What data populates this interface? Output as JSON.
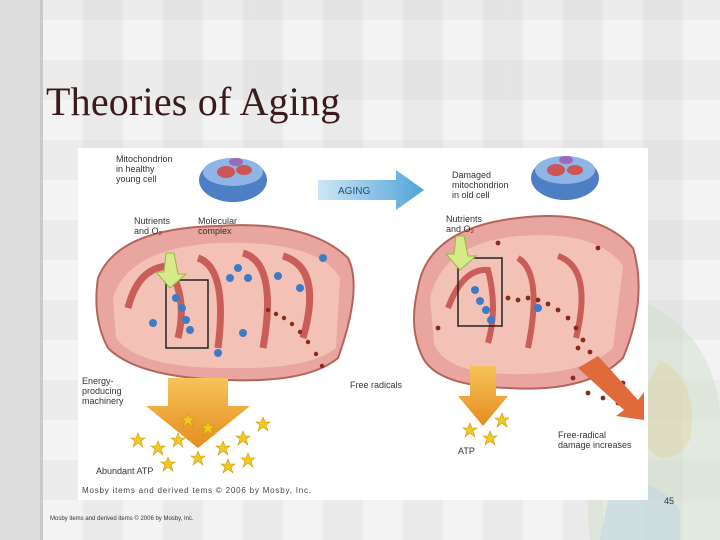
{
  "slide": {
    "title": "Theories of Aging",
    "page_number": "45",
    "footer": "Mosby items and derived items © 2006 by Mosby, Inc."
  },
  "figure": {
    "credit": "Mosby items and derived  tems © 2006 by Mosby, Inc.",
    "arrow_label": "AGING",
    "left_panel": {
      "cell_label": [
        "Mitochondrion",
        "in healthy",
        "young cell"
      ],
      "nutrients_label": [
        "Nutrients",
        "and O₂"
      ],
      "complex_label": [
        "Molecular",
        "complex"
      ],
      "machinery_label": [
        "Energy-",
        "producing",
        "machinery"
      ],
      "radicals_label": "Free radicals",
      "atp_label": "Abundant ATP"
    },
    "right_panel": {
      "cell_label": [
        "Damaged",
        "mitochondrion",
        "in old cell"
      ],
      "nutrients_label": [
        "Nutrients",
        "and O₂"
      ],
      "atp_label": "ATP",
      "damage_label": [
        "Free-radical",
        "damage increases"
      ]
    }
  },
  "colors": {
    "outer_membrane": "#e9a6a0",
    "inner_cristae": "#c95d57",
    "matrix": "#f3c1b6",
    "molecule_blue": "#3c7cc7",
    "radical_dot": "#8a2a1a",
    "atp_star": "#f2c81f",
    "arrow_orange": "#e58c1e",
    "aging_arrow": "#4fa3d8"
  }
}
